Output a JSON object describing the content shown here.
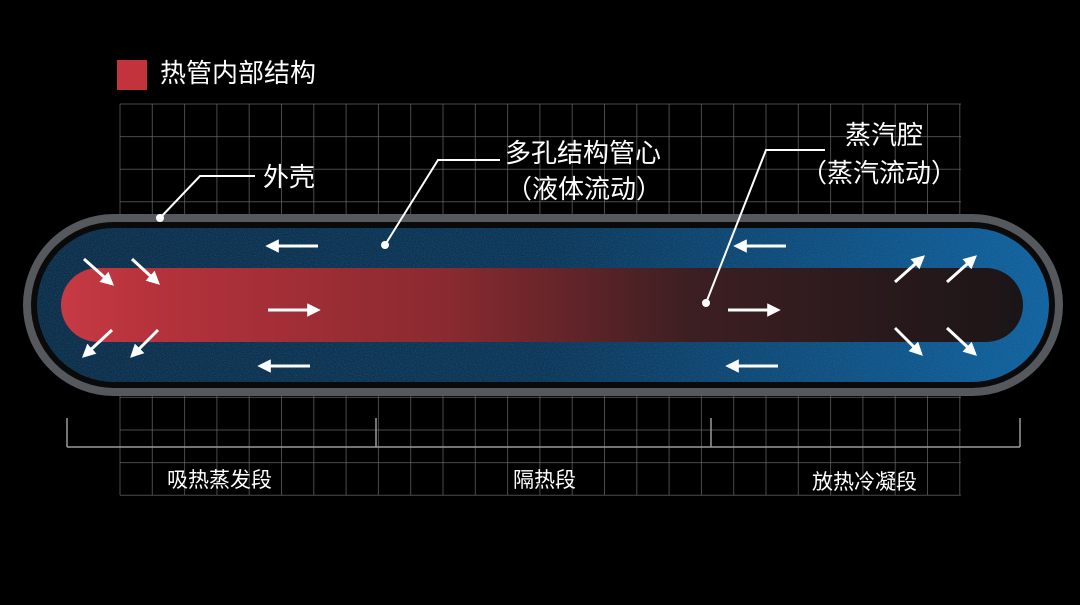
{
  "title": {
    "text": "热管内部结构",
    "swatch_color": "#c2333c"
  },
  "labels": {
    "shell": "外壳",
    "wick_line1": "多孔结构管心",
    "wick_line2": "（液体流动）",
    "vapor_line1": "蒸汽腔",
    "vapor_line2": "（蒸汽流动）"
  },
  "sections": {
    "evaporator": "吸热蒸发段",
    "adiabatic": "隔热段",
    "condenser": "放热冷凝段"
  },
  "colors": {
    "background": "#000000",
    "grid": "#6a6a6a",
    "shell": "#55585c",
    "wick": "#0f3a5c",
    "hot": "#c2333c",
    "cool": "#1a1416",
    "arrow": "#ffffff"
  },
  "icons": {
    "flow_arrow": "arrow-icon"
  }
}
